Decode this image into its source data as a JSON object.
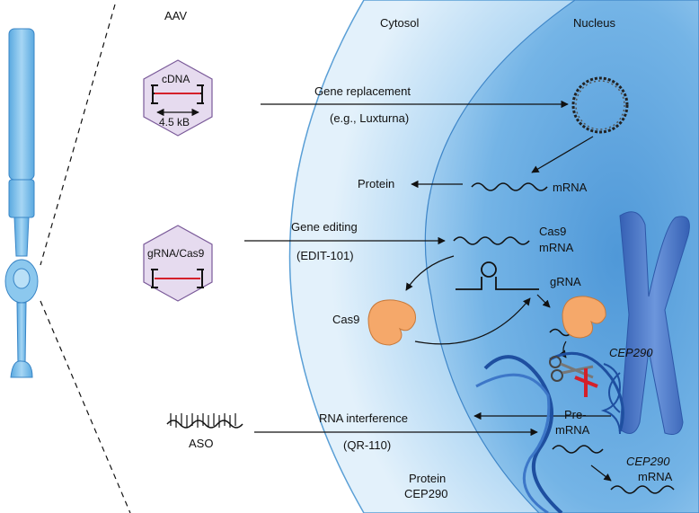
{
  "labels": {
    "aav": "AAV",
    "cytosol": "Cytosol",
    "nucleus": "Nucleus",
    "cdna": "cDNA",
    "size": "4.5 kB",
    "gene_replacement": "Gene replacement",
    "luxturna": "(e.g., Luxturna)",
    "protein_top": "Protein",
    "mrna_top": "mRNA",
    "grna_cas9": "gRNA/Cas9",
    "gene_editing": "Gene editing",
    "edit101": "(EDIT-101)",
    "cas9_mrna_1": "Cas9",
    "cas9_mrna_2": "mRNA",
    "cas9_protein": "Cas9",
    "grna": "gRNA",
    "cep290_chrom": "CEP290",
    "pre_mrna_1": "Pre-",
    "pre_mrna_2": "mRNA",
    "aso": "ASO",
    "rna_interference": "RNA interference",
    "qr110": "(QR-110)",
    "cep290_mrna_1": "CEP290",
    "cep290_mrna_2": "mRNA",
    "protein_bottom_1": "Protein",
    "protein_bottom_2": "CEP290"
  },
  "colors": {
    "cell_outer": "#cfe6f8",
    "cell_inner": "#8cc3ec",
    "nucleus": "#5fa6e0",
    "photoreceptor": "#7fc2ec",
    "hexagon_fill": "#e6dbef",
    "hexagon_stroke": "#7a5a99",
    "cas9": "#f5a86a",
    "chromosome": "#4a78c8",
    "dna_helix": "#1e4fa0",
    "cut_mark": "#d4202a"
  },
  "icons": [
    "photoreceptor-cell-icon",
    "aav-capsid-icon",
    "circular-dna-icon",
    "cas9-protein-icon",
    "chromosome-icon",
    "scissors-icon",
    "dna-helix-icon",
    "aso-oligo-icon"
  ]
}
